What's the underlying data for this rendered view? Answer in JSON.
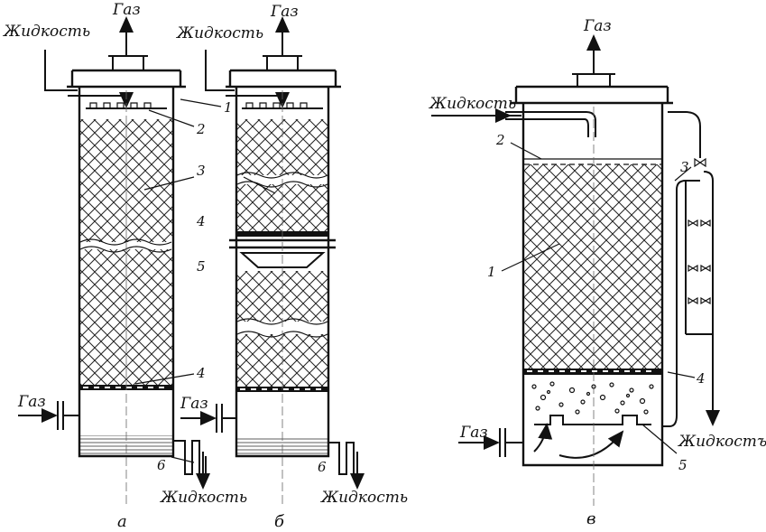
{
  "labels": {
    "gas": "Газ",
    "liquid": "Жидкость",
    "liquid_cut": "Жидкостъ"
  },
  "captions": {
    "a": "а",
    "b": "б",
    "v": "в"
  },
  "numbers": {
    "n1": "1",
    "n2": "2",
    "n3": "3",
    "n4": "4",
    "n5": "5",
    "n6": "6"
  }
}
